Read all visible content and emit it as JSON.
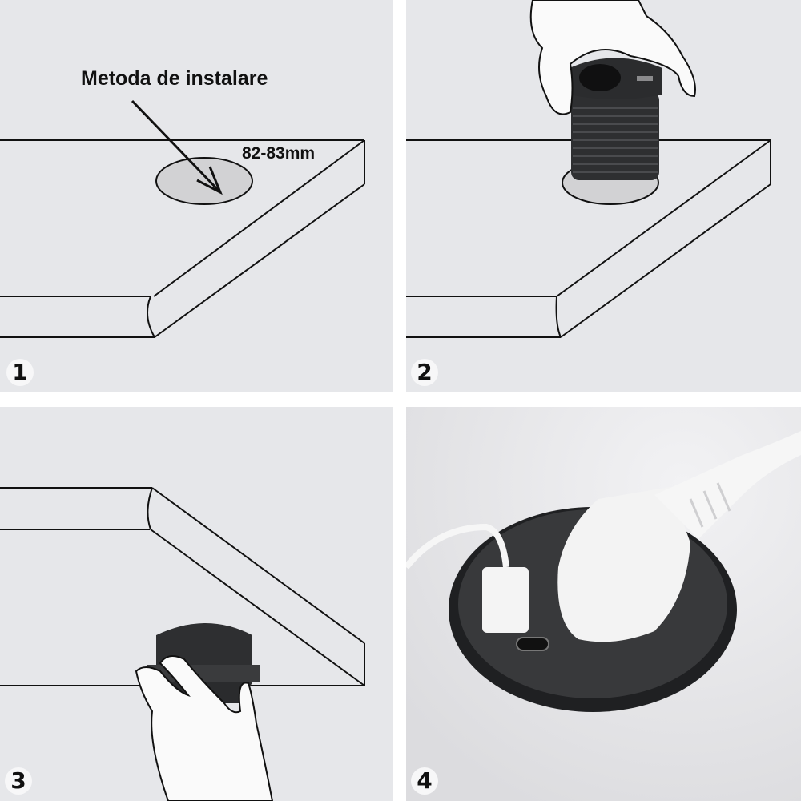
{
  "diagram": {
    "type": "installation-steps",
    "layout": "2x2 grid",
    "colors": {
      "panel_background": "#e6e7ea",
      "gutter": "#ffffff",
      "line": "#111111",
      "hole_fill": "#d2d2d4",
      "device_black": "#2e2f31",
      "plug_white": "#f3f3f3"
    },
    "steps": [
      {
        "number": "1",
        "title": "Metoda de instalare",
        "dimension_label": "82-83mm",
        "description": "Desk panel with drilled circular hole, arrow pointing into hole"
      },
      {
        "number": "2",
        "description": "Hand inserting threaded black socket unit into the hole from above"
      },
      {
        "number": "3",
        "description": "Hand screwing the fastening nut onto the socket from below the desk"
      },
      {
        "number": "4",
        "description": "Installed round black socket with power plug, USB-A cable and USB-C port"
      }
    ]
  }
}
